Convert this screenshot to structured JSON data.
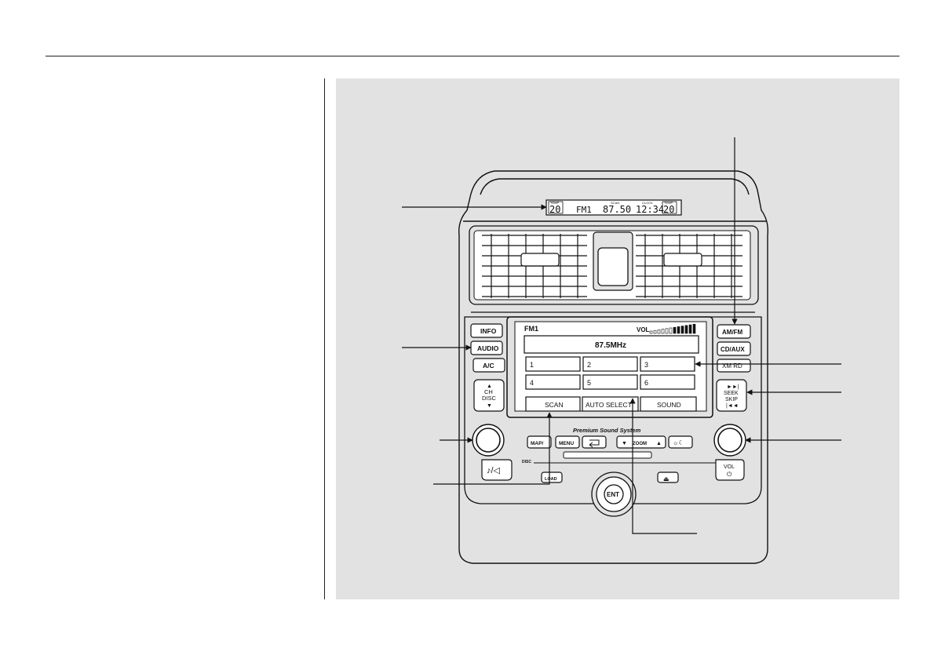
{
  "display": {
    "temp_label": "TEMP",
    "temp_left": "20",
    "band": "FM1",
    "freq_readout": "87.50",
    "scan_tag": "SCAN",
    "clock_tag": "CLOCK",
    "clock": "12:34",
    "temp_right": "20"
  },
  "screen": {
    "band": "FM1",
    "vol_label": "VOL",
    "frequency": "87.5MHz",
    "presets": [
      "1",
      "2",
      "3",
      "4",
      "5",
      "6"
    ],
    "scan_label": "SCAN",
    "auto_select_label": "AUTO SELECT",
    "sound_label": "SOUND"
  },
  "left_buttons": {
    "info": "INFO",
    "audio": "AUDIO",
    "ac": "A/C",
    "ch": "CH",
    "disc": "DISC"
  },
  "right_buttons": {
    "am_fm": "AM/FM",
    "cd_aux": "CD/AUX",
    "xm": "XM RD",
    "seek": "SEEK",
    "skip": "SKIP",
    "vol": "VOL"
  },
  "lower": {
    "brand": "Premium Sound System",
    "map": "MAP/",
    "menu": "MENU",
    "zoom": "ZOOM",
    "enter": "ENT",
    "note_mute": "♪/◁",
    "cd_logo": "DISC",
    "load": "LOAD"
  }
}
